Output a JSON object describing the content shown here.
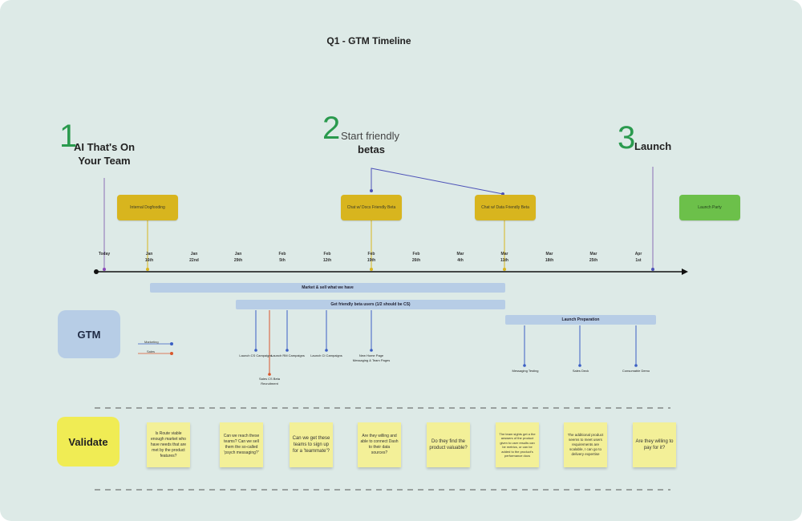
{
  "title": "Q1 - GTM Timeline",
  "milestones": [
    {
      "number": "1",
      "text": "AI That's On Your Team"
    },
    {
      "number": "2",
      "text_line1": "Start friendly",
      "text_line2": "betas"
    },
    {
      "number": "3",
      "text": "Launch"
    }
  ],
  "stages": [
    {
      "label": "Internal Dogfooding",
      "color": "#d8b51e"
    },
    {
      "label": "Chat w/ Docs Friendly Beta",
      "color": "#d8b51e"
    },
    {
      "label": "Chat w/ Data Friendly Beta",
      "color": "#d8b51e"
    },
    {
      "label": "Launch Party",
      "color": "#6cc04a"
    }
  ],
  "timeline_ticks": [
    {
      "month": "",
      "day": "Today"
    },
    {
      "month": "Jan",
      "day": "16th"
    },
    {
      "month": "Jan",
      "day": "22nd"
    },
    {
      "month": "Jan",
      "day": "29th"
    },
    {
      "month": "Feb",
      "day": "5th"
    },
    {
      "month": "Feb",
      "day": "12th"
    },
    {
      "month": "Feb",
      "day": "19th"
    },
    {
      "month": "Feb",
      "day": "26th"
    },
    {
      "month": "Mar",
      "day": "4th"
    },
    {
      "month": "Mar",
      "day": "11th"
    },
    {
      "month": "Mar",
      "day": "18th"
    },
    {
      "month": "Mar",
      "day": "25th"
    },
    {
      "month": "Apr",
      "day": "1st"
    }
  ],
  "bars": [
    {
      "label": "Market & sell what we have"
    },
    {
      "label": "Get friendly beta users (1/2 should be CS)"
    },
    {
      "label": "Launch Preparation"
    }
  ],
  "gtm_label": "GTM",
  "validate_label": "Validate",
  "legend": [
    {
      "label": "Marketing",
      "color": "#3b5fc4"
    },
    {
      "label": "Sales",
      "color": "#d9572c"
    }
  ],
  "activities": [
    {
      "label": "Launch CS Campaigns"
    },
    {
      "label": "Sales CS Beta Recruitment"
    },
    {
      "label": "Launch RM Campaigns"
    },
    {
      "label": "Launch CI Campaigns"
    },
    {
      "label": "New Home Page Messaging & Team Pages"
    },
    {
      "label": "Messaging Testing"
    },
    {
      "label": "Sales Deck"
    },
    {
      "label": "Consumable Demo"
    }
  ],
  "notes": [
    {
      "text": "Is Route viable enough market who have needs that are met by the product features?"
    },
    {
      "text": "Can we reach these teams? Can we sell them the so-called 'psych messaging?'"
    },
    {
      "text": "Can we get these teams to sign up for a 'teammate'?"
    },
    {
      "text": "Are they willing and able to connect Dash to their data sources?"
    },
    {
      "text": "Do they find the product valuable?"
    },
    {
      "text": "The team sights get a the answers of the product given to user results can be metrics, or can be added to the product's performance docs"
    },
    {
      "text": "The additional product seems to meet users requirements are scalable, I can go to delivery expertise"
    },
    {
      "text": "Are they willing to pay for it?"
    }
  ]
}
